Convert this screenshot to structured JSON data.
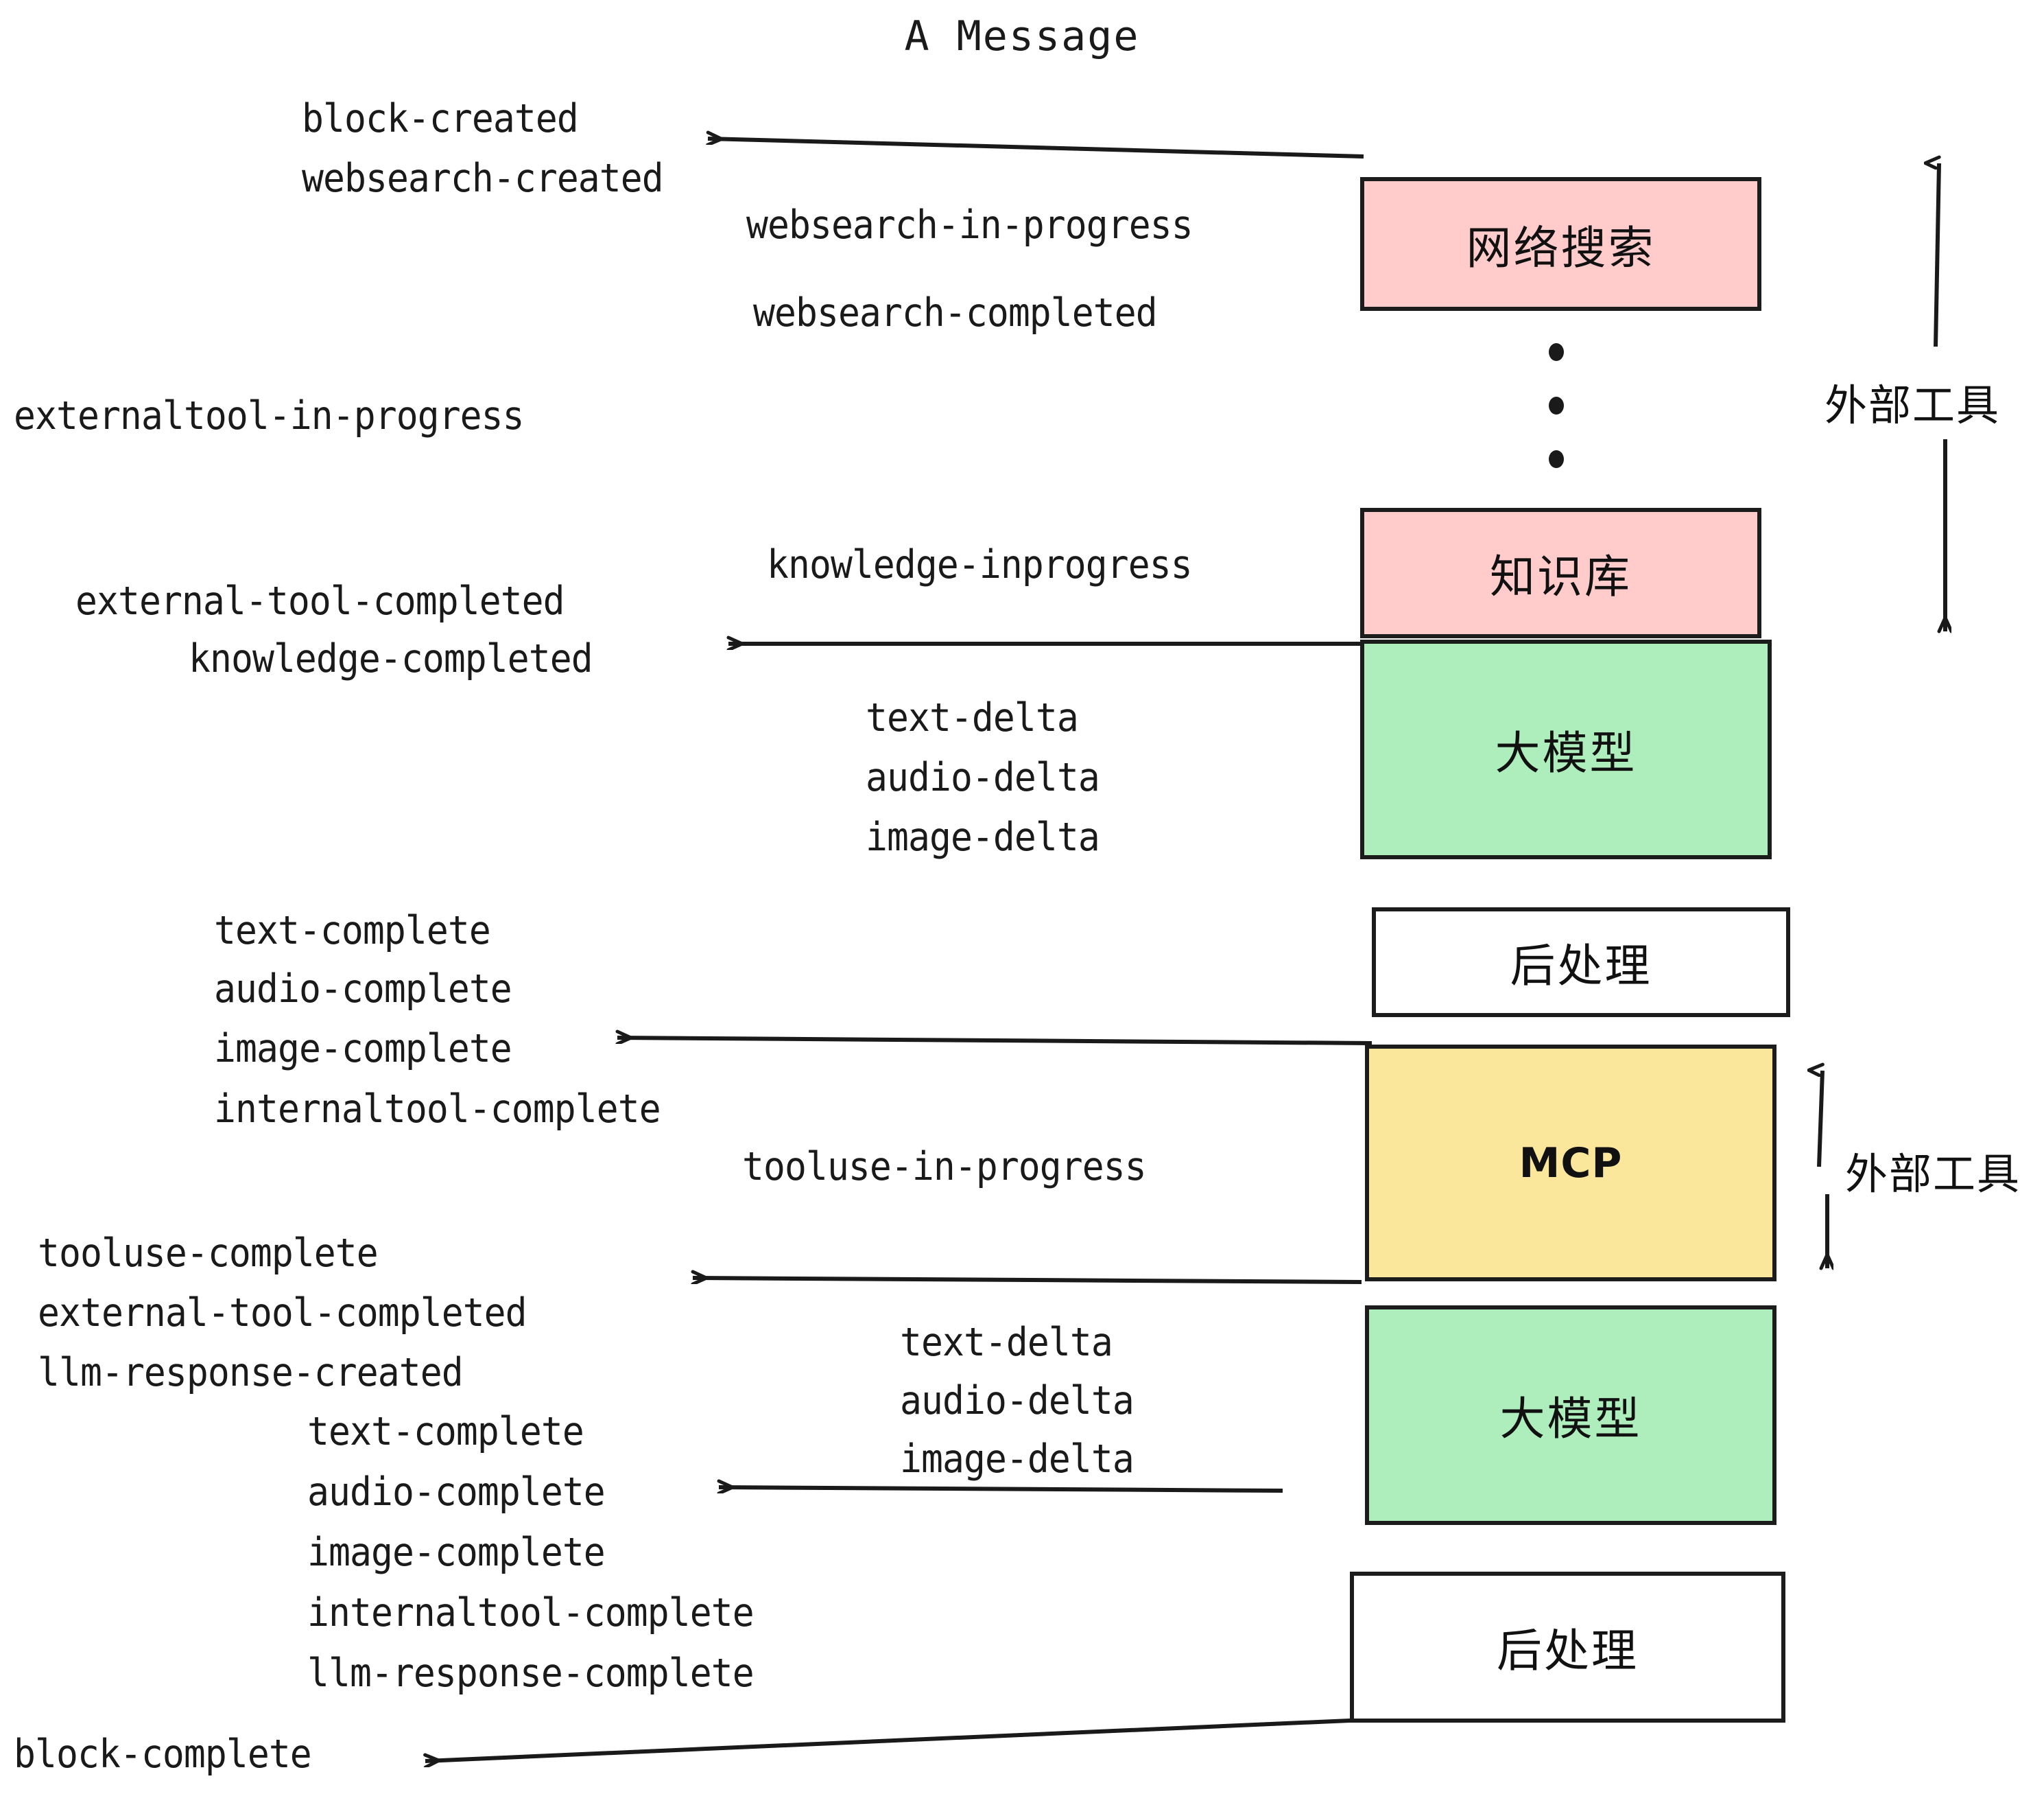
{
  "title": "A Message",
  "boxes": [
    {
      "id": "websearch",
      "label": "网络搜索",
      "color": "#ffcbcb"
    },
    {
      "id": "knowledge",
      "label": "知识库",
      "color": "#ffcbcb"
    },
    {
      "id": "llm-top",
      "label": "大模型",
      "color": "#aeeebc"
    },
    {
      "id": "post-top",
      "label": "后处理",
      "color": "#ffffff"
    },
    {
      "id": "mcp",
      "label": "MCP",
      "color": "#fae79c"
    },
    {
      "id": "llm-bottom",
      "label": "大模型",
      "color": "#aeeebc"
    },
    {
      "id": "post-bottom",
      "label": "后处理",
      "color": "#ffffff"
    }
  ],
  "side_labels": [
    {
      "id": "external-tools-top",
      "label": "外部工具"
    },
    {
      "id": "external-tools-bottom",
      "label": "外部工具"
    }
  ],
  "events": [
    {
      "id": "e01",
      "text": "block-created"
    },
    {
      "id": "e02",
      "text": "websearch-created"
    },
    {
      "id": "e03",
      "text": "websearch-in-progress"
    },
    {
      "id": "e04",
      "text": "websearch-completed"
    },
    {
      "id": "e05",
      "text": "externaltool-in-progress"
    },
    {
      "id": "e06",
      "text": "knowledge-inprogress"
    },
    {
      "id": "e07",
      "text": "external-tool-completed"
    },
    {
      "id": "e08",
      "text": "knowledge-completed"
    },
    {
      "id": "e09",
      "text": "text-delta"
    },
    {
      "id": "e10",
      "text": "audio-delta"
    },
    {
      "id": "e11",
      "text": "image-delta"
    },
    {
      "id": "e12",
      "text": "text-complete"
    },
    {
      "id": "e13",
      "text": "audio-complete"
    },
    {
      "id": "e14",
      "text": "image-complete"
    },
    {
      "id": "e15",
      "text": "internaltool-complete"
    },
    {
      "id": "e16",
      "text": "tooluse-in-progress"
    },
    {
      "id": "e17",
      "text": "tooluse-complete"
    },
    {
      "id": "e18",
      "text": "external-tool-completed"
    },
    {
      "id": "e19",
      "text": "llm-response-created"
    },
    {
      "id": "e20",
      "text": "text-complete"
    },
    {
      "id": "e21",
      "text": "audio-complete"
    },
    {
      "id": "e22",
      "text": "image-complete"
    },
    {
      "id": "e23",
      "text": "internaltool-complete"
    },
    {
      "id": "e24",
      "text": "llm-response-complete"
    },
    {
      "id": "e25",
      "text": "text-delta"
    },
    {
      "id": "e26",
      "text": "audio-delta"
    },
    {
      "id": "e27",
      "text": "image-delta"
    },
    {
      "id": "e28",
      "text": "block-complete"
    }
  ],
  "colors": {
    "pink": "#ffcbcb",
    "green": "#aeeebc",
    "yellow": "#fae79c",
    "white": "#ffffff",
    "stroke": "#1c1c1c",
    "text": "#1a1a1a",
    "background": "#ffffff"
  }
}
